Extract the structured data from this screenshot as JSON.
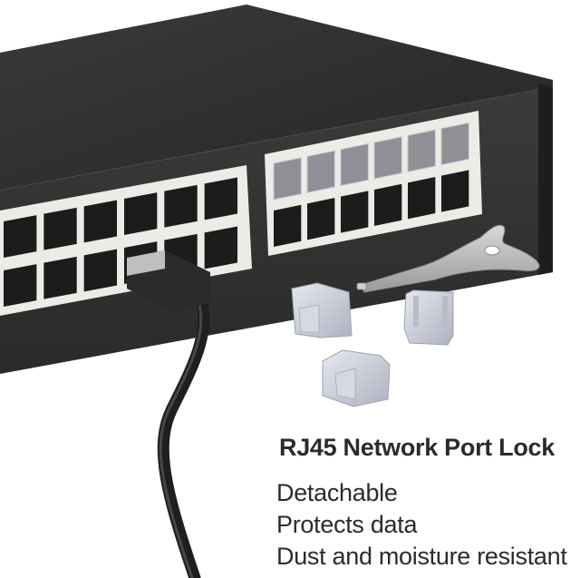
{
  "product": {
    "title": "RJ45 Network Port Lock",
    "features": [
      "Detachable",
      "Protects data",
      "Dust and moisture resistant"
    ]
  },
  "illustration": {
    "subjects": [
      "network-switch",
      "rj45-ports",
      "ethernet-cable",
      "port-lock-key",
      "port-lock-clips"
    ],
    "colors": {
      "background": "#ffffff",
      "switch_body": "#2e2e2e",
      "switch_front": "#3a3a3a",
      "port_frame": "#ecebe6",
      "port_hole": "#1c1c1c",
      "lock_clip": "#c9ccd6",
      "key_metal": "#b9b9b9",
      "cable": "#2a2a2a",
      "text": "#2b2b2b"
    },
    "counts": {
      "ports_per_row_left_block": 6,
      "ports_per_row_right_block": 6,
      "locked_ports_right_block": 6,
      "lock_clips_shown": 3
    }
  }
}
